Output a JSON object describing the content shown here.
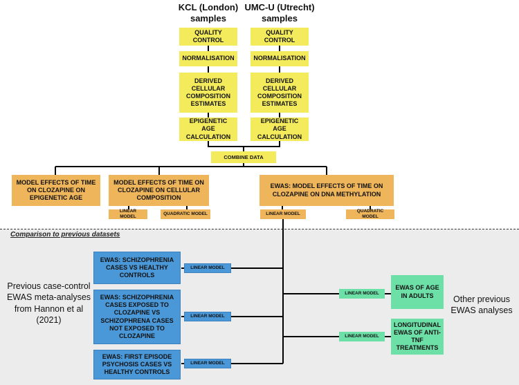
{
  "headers": {
    "kcl": "KCL (London) samples",
    "umc": "UMC-U (Utrecht) samples"
  },
  "pipeline": {
    "quality_control": "QUALITY CONTROL",
    "normalisation": "NORMALISATION",
    "derived_cellular": "DERIVED CELLULAR COMPOSITION ESTIMATES",
    "epigenetic_age": "EPIGENETIC AGE CALCULATION",
    "combine_data": "COMBINE DATA"
  },
  "models": {
    "epigenetic_age": "MODEL EFFECTS OF TIME ON CLOZAPINE ON EPIGENETIC AGE",
    "cellular": "MODEL EFFECTS OF TIME ON CLOZAPINE ON CELLULAR COMPOSITION",
    "ewas": "EWAS: MODEL EFFECTS OF TIME ON CLOZAPINE ON DNA METHYLATION"
  },
  "labels": {
    "linear_model": "LINEAR MODEL",
    "quadratic_model": "QUADRATIC MODEL"
  },
  "comparison_title": "Comparison to previous datasets",
  "previous": {
    "left_title": "Previous case-control EWAS meta-analyses from Hannon et al (2021)",
    "right_title": "Other previous EWAS analyses",
    "ewas_scz": "EWAS: SCHIZOPHRENIA CASES VS HEALTHY CONTROLS",
    "ewas_clozapine": "EWAS: SCHIZOPHRENIA CASES EXPOSED TO CLOZAPINE VS SCHIZOPHRENA CASES NOT EXPOSED TO CLOZAPINE",
    "ewas_fep": "EWAS: FIRST EPISODE PSYCHOSIS CASES  VS HEALTHY CONTROLS",
    "ewas_age": "EWAS OF AGE IN ADULTS",
    "ewas_antitnf": "LONGITUDINAL EWAS OF ANTI-TNF TREATMENTS"
  },
  "colors": {
    "yellow": "#f3ea5c",
    "orange": "#eeb55a",
    "blue": "#4a98d8",
    "green": "#6de0a8",
    "grey_panel": "#ececec"
  }
}
